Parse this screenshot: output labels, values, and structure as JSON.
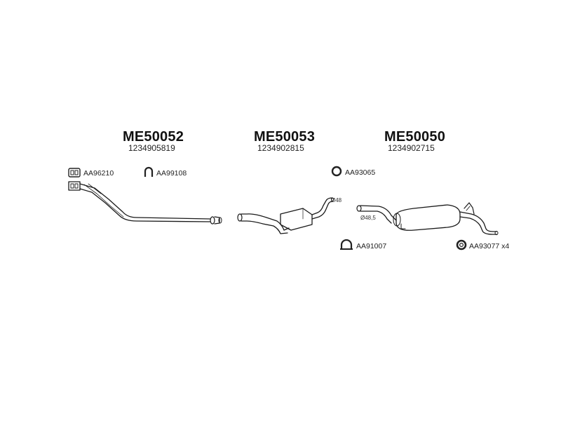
{
  "assemblies": [
    {
      "code": "ME50052",
      "part_number": "1234905819"
    },
    {
      "code": "ME50053",
      "part_number": "1234902815"
    },
    {
      "code": "ME50050",
      "part_number": "1234902715"
    }
  ],
  "accessories": [
    {
      "ref": "AA96210",
      "icon": "clamp-bracket-icon"
    },
    {
      "ref": "AA99108",
      "icon": "u-bolt-icon"
    },
    {
      "ref": "AA93065",
      "icon": "gasket-ring-icon"
    },
    {
      "ref": "AA91007",
      "icon": "saddle-clamp-icon"
    },
    {
      "ref": "AA93077",
      "qty": "x4",
      "icon": "rubber-mount-ring-icon"
    }
  ],
  "dimensions": {
    "middle_pipe_diameter": "Ø48",
    "rear_inlet_diameter": "Ø48,5"
  }
}
